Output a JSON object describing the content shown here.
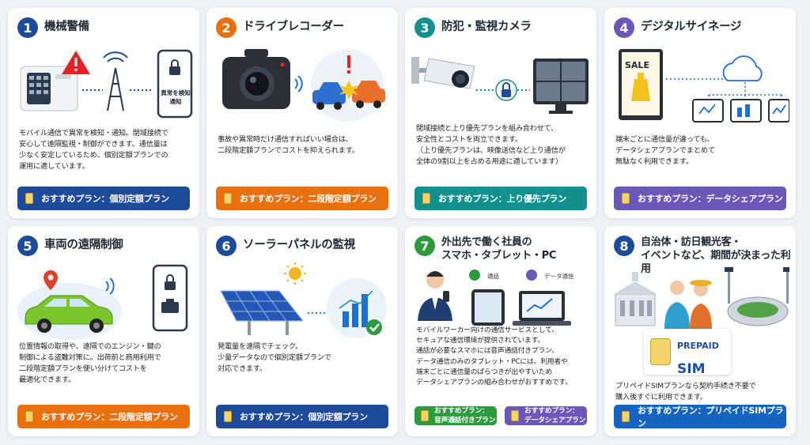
{
  "colors": {
    "card1": "#1e4a9a",
    "card2": "#e8700e",
    "card3": "#14918f",
    "card4": "#6b57b8",
    "card5": "#e8700e",
    "card6": "#1e4a9a",
    "card7_green": "#2e9a3e",
    "card7_purple": "#6b57b8",
    "card8": "#1565c0"
  },
  "cards": [
    {
      "num": "1",
      "title": "機械警備",
      "device_label": "異常を検知\n通知",
      "desc": "モバイル通信で異常を検知・通知。閉域接続で\n安心して遠隔監視・制御ができます。通信量は\n少なく安定しているため、個別定額プランでの\n運用に適しています。",
      "plan": "おすすめプラン：個別定額プラン"
    },
    {
      "num": "2",
      "title": "ドライブレコーダー",
      "desc": "事故や異常時だけ通信すればいい場合は、\n二段階定額プランでコストを抑えられます。",
      "plan": "おすすめプラン：二段階定額プラン"
    },
    {
      "num": "3",
      "title": "防犯・監視カメラ",
      "desc": "閉域接続と上り優先プランを組み合わせて、\n安全性とコストを両立できます。\n（上り優先プランは、映像送信など上り通信が\n全体の9割以上を占める用途に適しています）",
      "plan": "おすすめプラン：上り優先プラン"
    },
    {
      "num": "4",
      "title": "デジタルサイネージ",
      "sale": "SALE",
      "desc": "端末ごとに通信量が違っても、\nデータシェアプランでまとめて\n無駄なく利用できます。",
      "plan": "おすすめプラン：データシェアプラン"
    },
    {
      "num": "5",
      "title": "車両の遠隔制御",
      "desc": "位置情報の取得や、遠隔でのエンジン・鍵の\n制御による盗難対策に。出荷前と商用利用で\n二段階定額プランを使い分けてコストを\n最適化できます。",
      "plan": "おすすめプラン：二段階定額プラン"
    },
    {
      "num": "6",
      "title": "ソーラーパネルの監視",
      "desc": "発電量を遠隔でチェック。\n少量データなので個別定額プランで\n対応できます。",
      "plan": "おすすめプラン：個別定額プラン"
    },
    {
      "num": "7",
      "title": "外出先で働く社員の\nスマホ・タブレット・PC",
      "tag_call": "通話",
      "tag_data": "データ通信",
      "desc": "モバイルワーカー向けの通信サービスとして、\nセキュアな通信環境が提供されています。\n通話が必要なスマホには音声通話付きプラン、\nデータ通信のみのタブレット・PCには、利用者や\n端末ごとに通信量のばらつきが出やすいため\nデータシェアプランの組み合わせがおすすめです。",
      "plan_a": "おすすめプラン：\n音声通話付きプラン",
      "plan_b": "おすすめプラン：\nデータシェアプラン"
    },
    {
      "num": "8",
      "title": "自治体・訪日観光客・\nイベントなど、期間が決まった利用",
      "prepaid_top": "PREPAID",
      "prepaid_bottom": "SIM",
      "desc": "プリペイドSIMプランなら契約手続き不要で\n購入後すぐに利用できます。",
      "plan": "おすすめプラン：プリペイドSIMプラン"
    }
  ]
}
